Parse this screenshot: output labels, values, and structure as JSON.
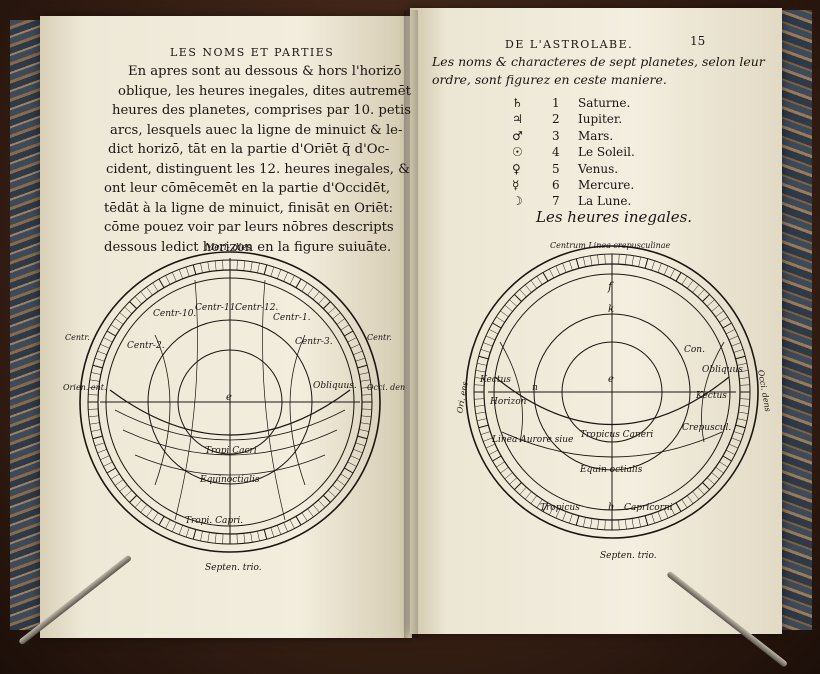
{
  "left_page": {
    "header": "LES NOMS ET PARTIES",
    "lines": [
      "En apres sont au dessous & hors l'horizō",
      "oblique, les heures inegales, dites autremēt",
      "heures des planetes, comprises par 10. petis",
      "arcs, lesquels auec la ligne de minuict & le-",
      "dict horizō, tāt en la partie d'Oriēt q̄ d'Oc-",
      "cident, distinguent les 12. heures inegales, &",
      "ont leur cōmēcemēt en la partie d'Occidēt,",
      "tēdāt à la ligne de minuict, finisāt en Oriēt:",
      "cōme pouez voir par leurs nōbres descripts",
      "dessous ledict horizon en la figure suiuāte."
    ],
    "diagram_labels": {
      "meridies": "Meri- dies",
      "centr_10": "Centr-10.",
      "centr_11": "Centr-11.",
      "centr_12": "Centr-12.",
      "centr_1": "Centr-1.",
      "centr_2": "Centr-2.",
      "centr_3": "Centr-3.",
      "obliquus": "Obliquus.",
      "centr_left": "Centr.",
      "centr_right": "Centr.",
      "occidens": "Occi. dent.",
      "oriens": "Orien. ent.",
      "e_label": "e",
      "tropi_cacri": "Tropi Cacri",
      "equinoctialis": "Equinoctialis",
      "tropi_capri": "Tropi. Capri.",
      "septen": "Septen. trio."
    }
  },
  "right_page": {
    "header": "DE L'ASTROLABE.",
    "page_number": "15",
    "intro_lines": [
      "Les noms & characteres de sept planetes, selon leur",
      "ordre, sont figurez en ceste maniere."
    ],
    "planets": [
      {
        "symbol": "♄",
        "number": "1",
        "name": "Saturne."
      },
      {
        "symbol": "♃",
        "number": "2",
        "name": "Iupiter."
      },
      {
        "symbol": "♂",
        "number": "3",
        "name": "Mars."
      },
      {
        "symbol": "☉",
        "number": "4",
        "name": "Le Soleil."
      },
      {
        "symbol": "♀",
        "number": "5",
        "name": "Venus."
      },
      {
        "symbol": "☿",
        "number": "6",
        "name": "Mercure."
      },
      {
        "symbol": "☽",
        "number": "7",
        "name": "La Lune."
      }
    ],
    "section_title": "Les heures inegales.",
    "diagram_labels": {
      "top": "Centrum Linea crepusculinae",
      "f": "f",
      "k": "k",
      "con": "Con.",
      "obliquus": "Obliquus",
      "kectus": "Kectus",
      "crepuscul": "Crepuscul.",
      "kectus_left": "Kectus",
      "horizon": "Horizon",
      "n": "n",
      "e": "e",
      "linea_aurore": "Linea Aurore siue",
      "tropicus_caneri": "Tropicus Caneri",
      "equinoctialis": "Equin octialis",
      "tropicus": "Tropicus",
      "h": "h",
      "capricorni": "Capricorni",
      "oriens": "Ori. ens",
      "occidens": "Occi. dens",
      "septen": "Septen. trio."
    }
  }
}
